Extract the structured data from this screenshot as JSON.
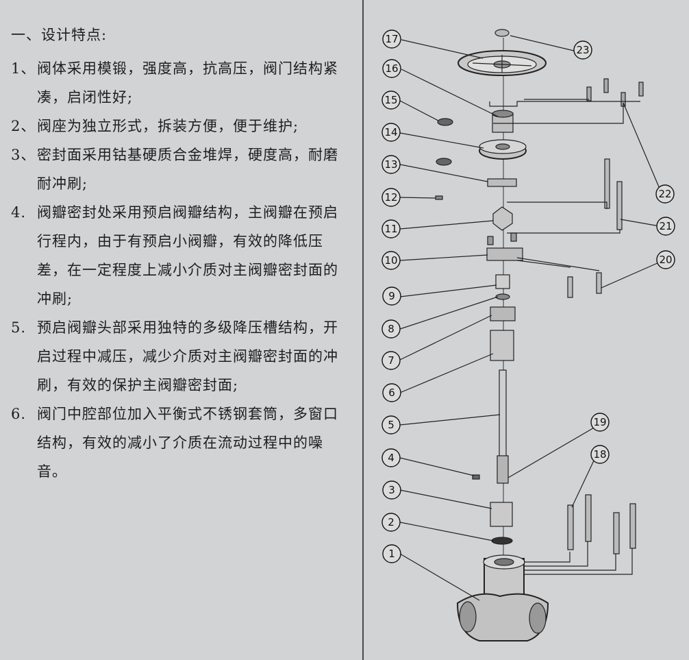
{
  "heading": "一、设计特点:",
  "features": [
    {
      "num": "1、",
      "text": "阀体采用模锻，强度高，抗高压，阀门结构紧凑，启闭性好;"
    },
    {
      "num": "2、",
      "text": "阀座为独立形式，拆装方便，便于维护;"
    },
    {
      "num": "3、",
      "text": "密封面采用钴基硬质合金堆焊，硬度高，耐磨耐冲刷;"
    },
    {
      "num": "4.",
      "text": "阀瓣密封处采用预启阀瓣结构，主阀瓣在预启行程内，由于有预启小阀瓣，有效的降低压差，在一定程度上减小介质对主阀瓣密封面的冲刷;"
    },
    {
      "num": "5.",
      "text": "预启阀瓣头部采用独特的多级降压槽结构，开启过程中减压，减少介质对主阀瓣密封面的冲刷，有效的保护主阀瓣密封面;"
    },
    {
      "num": "6.",
      "text": "阀门中腔部位加入平衡式不锈钢套筒，多窗口结构，有效的减小了介质在流动过程中的噪音。"
    }
  ],
  "callouts": [
    "1",
    "2",
    "3",
    "4",
    "5",
    "6",
    "7",
    "8",
    "9",
    "10",
    "11",
    "12",
    "13",
    "14",
    "15",
    "16",
    "17",
    "18",
    "19",
    "20",
    "21",
    "22",
    "23"
  ]
}
